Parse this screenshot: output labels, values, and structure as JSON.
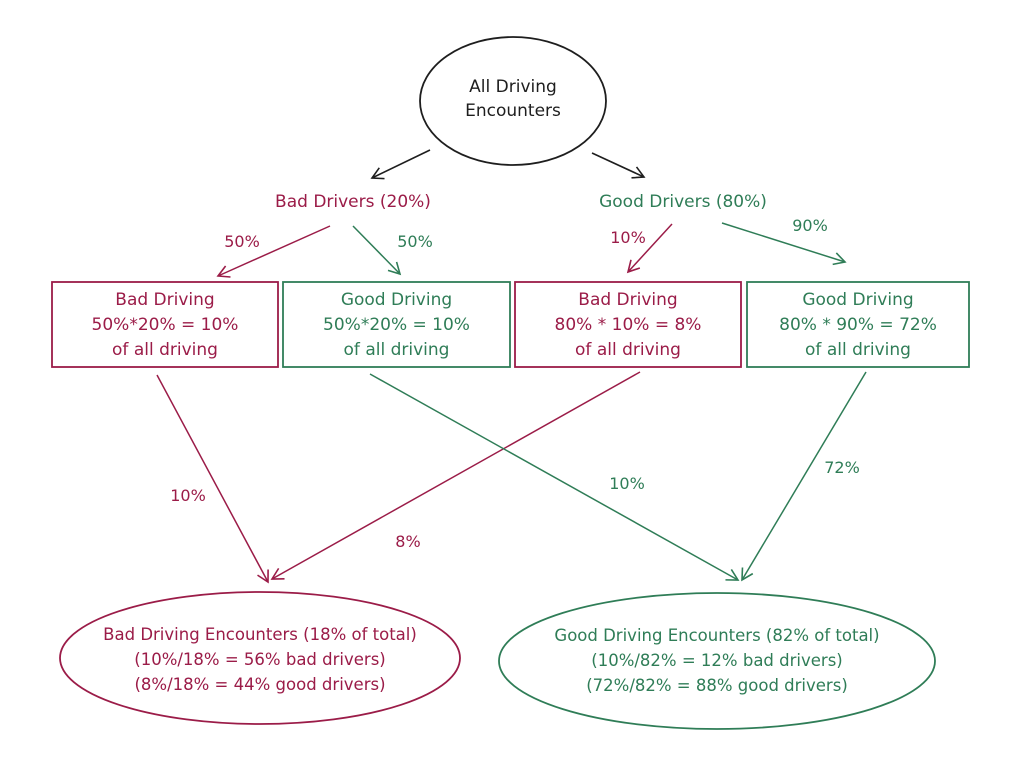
{
  "colors": {
    "bad": "#9b1c48",
    "good": "#2f7d57",
    "ink": "#1e1e1e"
  },
  "root": {
    "line1": "All Driving",
    "line2": "Encounters"
  },
  "groups": {
    "bad_drivers": "Bad Drivers (20%)",
    "good_drivers": "Good Drivers (80%)"
  },
  "edges": {
    "bad_to_bad": "50%",
    "bad_to_good": "50%",
    "good_to_bad": "10%",
    "good_to_good": "90%",
    "box1_to_bad_enc": "10%",
    "box3_to_bad_enc": "8%",
    "box2_to_good_enc": "10%",
    "box4_to_good_enc": "72%"
  },
  "boxes": [
    {
      "title": "Bad Driving",
      "calc": "50%*20% = 10%",
      "note": "of all driving"
    },
    {
      "title": "Good Driving",
      "calc": "50%*20% = 10%",
      "note": "of all driving"
    },
    {
      "title": "Bad Driving",
      "calc": "80% * 10% = 8%",
      "note": "of all driving"
    },
    {
      "title": "Good Driving",
      "calc": "80% * 90% = 72%",
      "note": "of all driving"
    }
  ],
  "outcomes": {
    "bad": {
      "line1": "Bad Driving Encounters (18% of total)",
      "line2": "(10%/18% = 56% bad drivers)",
      "line3": "(8%/18% = 44% good drivers)"
    },
    "good": {
      "line1": "Good Driving Encounters (82% of total)",
      "line2": "(10%/82% = 12% bad drivers)",
      "line3": "(72%/82% = 88% good drivers)"
    }
  }
}
